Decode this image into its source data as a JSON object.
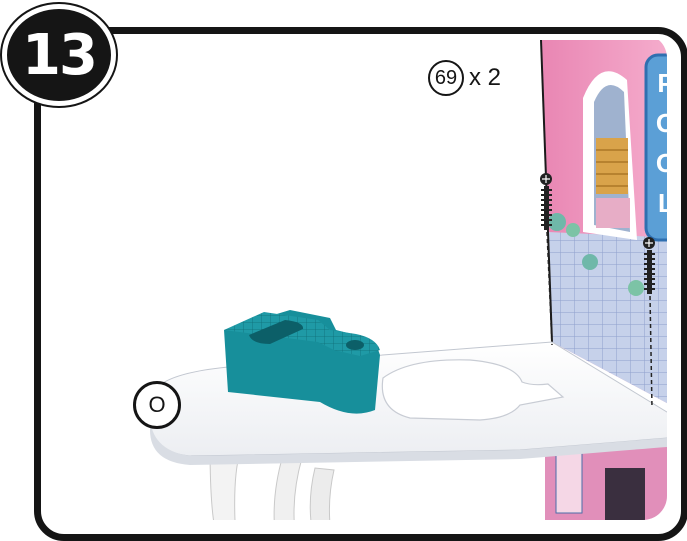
{
  "step": {
    "number": "13"
  },
  "hardware": {
    "part_number": "69",
    "multiplier": "x 2"
  },
  "part": {
    "label": "O"
  },
  "sign": {
    "letters": [
      "P",
      "O",
      "O",
      "L"
    ]
  },
  "colors": {
    "frame": "#151515",
    "wall_pink": "#f29ac0",
    "shelf": "#ffffff",
    "bracket_teal": "#1f9aa6",
    "tile_blue": "#b9c6e2"
  }
}
